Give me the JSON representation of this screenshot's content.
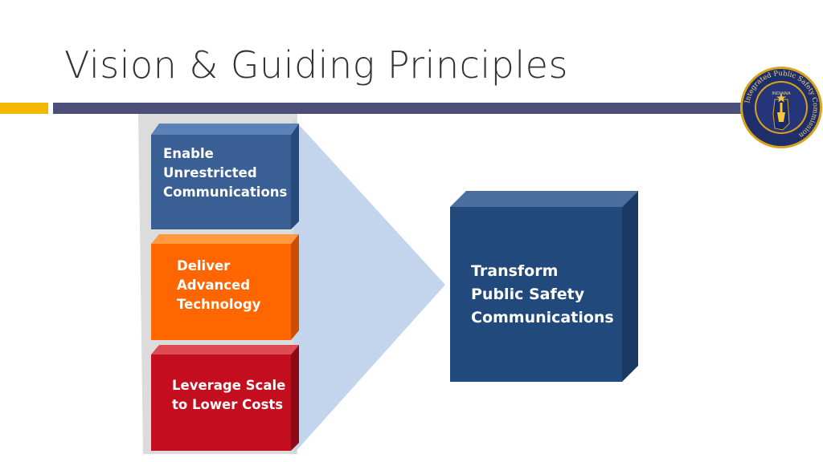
{
  "slide": {
    "title": "Vision & Guiding Principles",
    "principles": [
      {
        "label": "Enable\nUnrestricted\nCommunications",
        "color": "#3a5f94"
      },
      {
        "label": "Deliver\nAdvanced\nTechnology",
        "color": "#ff6600"
      },
      {
        "label": "Leverage Scale\nto Lower Costs",
        "color": "#c40d1e"
      }
    ],
    "result": {
      "label": "Transform\nPublic Safety\nCommunications",
      "color": "#21497c"
    },
    "seal": {
      "ring_text": "Integrated Public Safety Commission",
      "state_text": "INDIANA",
      "ring_color": "#1f2f6b",
      "accent_color": "#d9a21b"
    }
  }
}
